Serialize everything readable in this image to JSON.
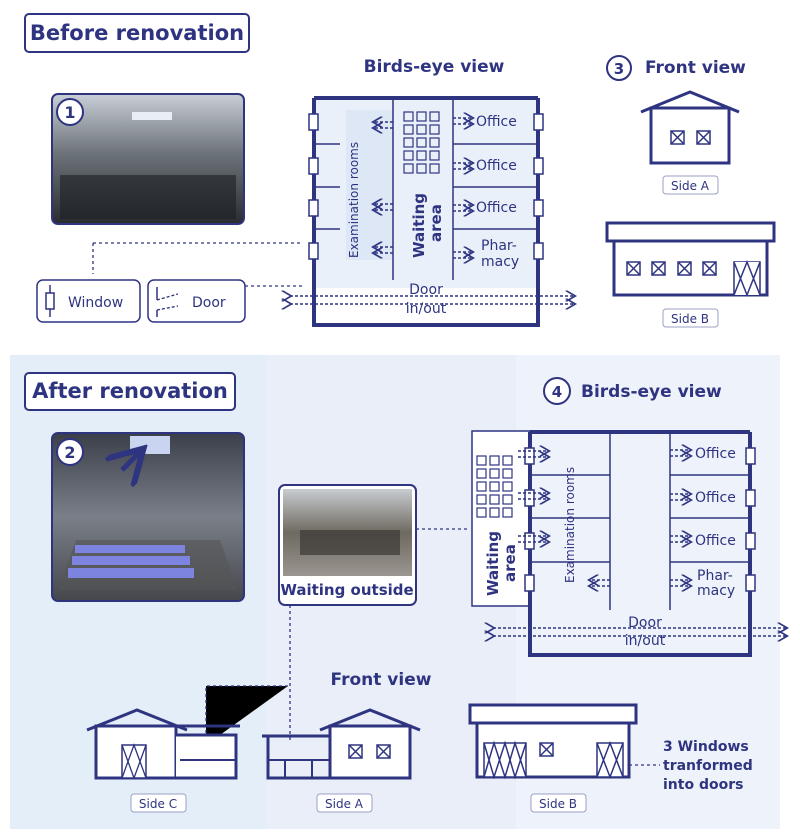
{
  "before": {
    "heading": "Before renovation",
    "photo_number": "1",
    "birdseye_title": "Birds-eye view",
    "exam_label": "Examination  rooms",
    "waiting_line1": "Waiting",
    "waiting_line2": "area",
    "offices": [
      "Office",
      "Office",
      "Office"
    ],
    "pharmacy_line1": "Phar-",
    "pharmacy_line2": "macy",
    "door_line1": "Door",
    "door_line2": "in/out",
    "legend_window": "Window",
    "legend_door": "Door",
    "front_number": "3",
    "front_title": "Front view",
    "side_a": "Side A",
    "side_b": "Side B"
  },
  "after": {
    "heading": "After renovation",
    "photo_number": "2",
    "waiting_outside": "Waiting outside",
    "birdseye_number": "4",
    "birdseye_title": "Birds-eye view",
    "exam_label": "Examination  rooms",
    "waiting_line1": "Waiting",
    "waiting_line2": "area",
    "offices": [
      "Office",
      "Office",
      "Office"
    ],
    "pharmacy_line1": "Phar-",
    "pharmacy_line2": "macy",
    "door_line1": "Door",
    "door_line2": "in/out",
    "front_title": "Front view",
    "side_c": "Side C",
    "side_a": "Side A",
    "side_b": "Side B",
    "note_line1": "3 Windows",
    "note_line2": "tranformed",
    "note_line3": "into doors"
  },
  "colors": {
    "primary": "#2e3480",
    "panel_light": "#e4eef8",
    "panel_mid": "#e9eef8",
    "panel_right": "#eef2fb",
    "room_fill": "#dde7f6"
  }
}
